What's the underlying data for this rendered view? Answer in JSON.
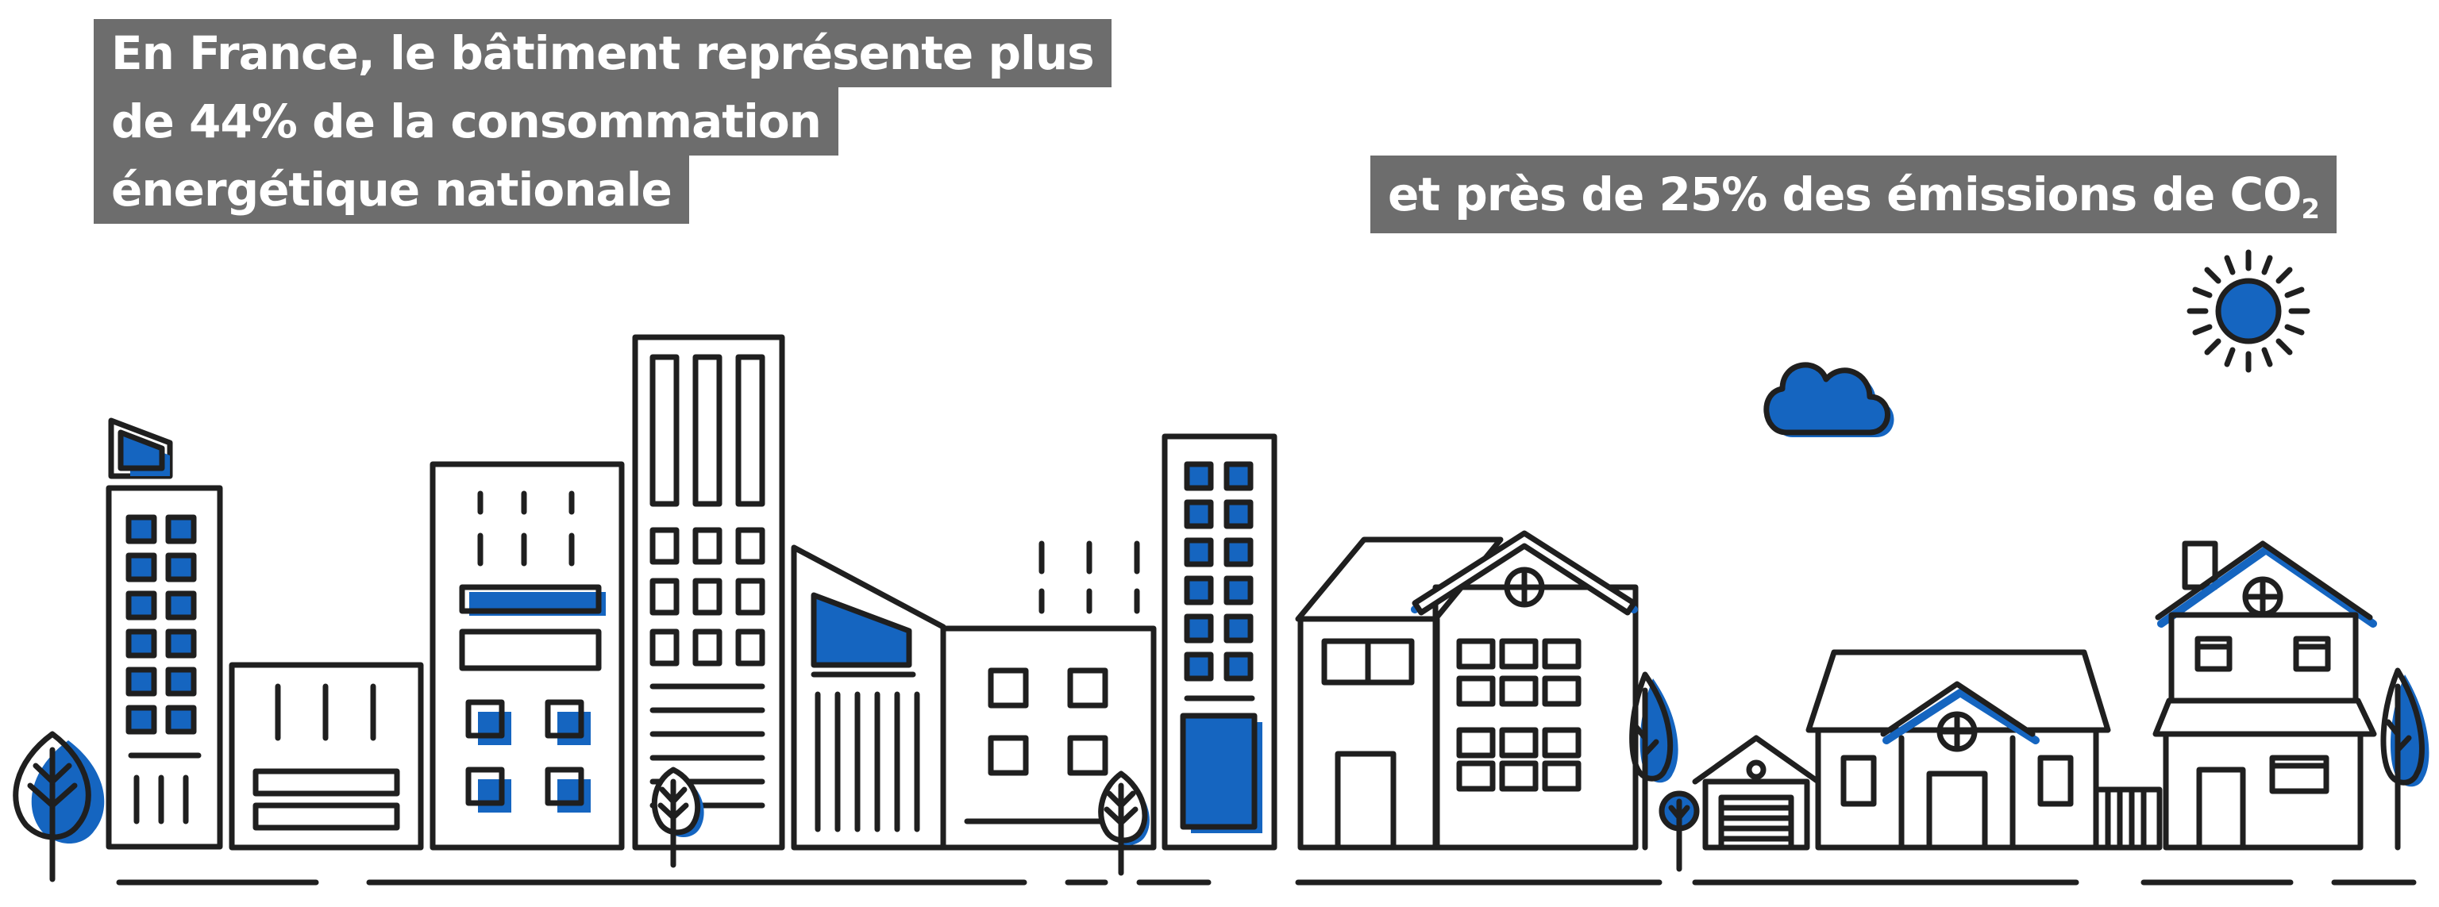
{
  "headline_left": {
    "line1": "En France, le bâtiment représente plus",
    "line2": "de 44% de la consommation",
    "line3": "énergétique nationale"
  },
  "headline_right": {
    "text": "et près de 25% des émissions de CO",
    "subscript": "2"
  },
  "colors": {
    "accent": "#1565c0",
    "stroke": "#1f1f1f",
    "banner": "#6d6d6d",
    "banner_text": "#ffffff"
  }
}
